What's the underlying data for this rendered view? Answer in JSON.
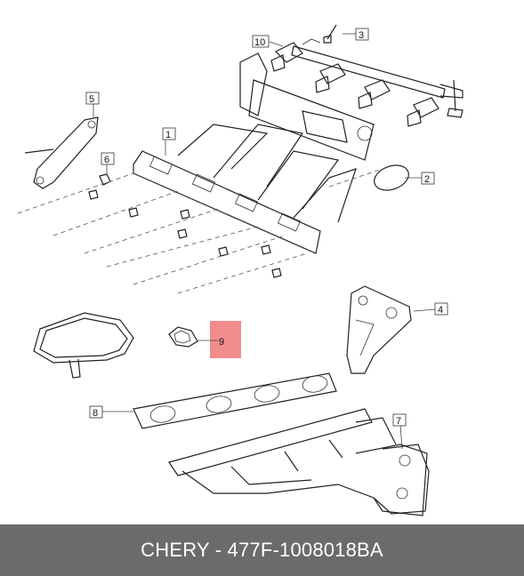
{
  "parts": [
    {
      "id": "p1",
      "label": "1"
    },
    {
      "id": "p2",
      "label": "2"
    },
    {
      "id": "p3",
      "label": "3"
    },
    {
      "id": "p4",
      "label": "4"
    },
    {
      "id": "p5",
      "label": "5"
    },
    {
      "id": "p6",
      "label": "6"
    },
    {
      "id": "p7",
      "label": "7"
    },
    {
      "id": "p8",
      "label": "8"
    },
    {
      "id": "p9",
      "label": "9"
    },
    {
      "id": "p10",
      "label": "10"
    }
  ],
  "highlight": {
    "part": "9",
    "color": "#f08080"
  },
  "footer": {
    "caption": "CHERY - 477F-1008018BA"
  },
  "colors": {
    "footer_bg": "#6b6b6b",
    "footer_text": "#ffffff",
    "line": "#222222"
  }
}
